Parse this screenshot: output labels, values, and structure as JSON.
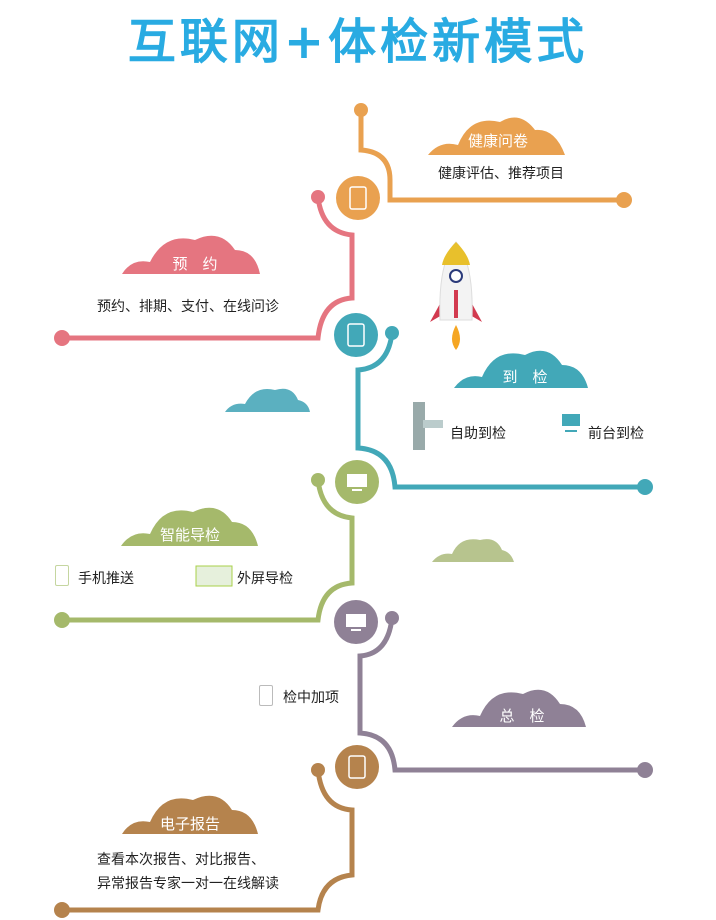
{
  "title": "互联网+体检新模式",
  "colors": {
    "title": "#29abe2",
    "orange": "#e9a150",
    "pink": "#e57580",
    "teal": "#42a8b8",
    "green": "#a5b96b",
    "purple": "#8f8196",
    "brown": "#b5834d"
  },
  "steps": [
    {
      "name": "健康问卷",
      "desc": "健康评估、推荐项目",
      "icon": "tablet-icon"
    },
    {
      "name": "预　约",
      "desc": "预约、排期、支付、在线问诊",
      "icon": "tablet-icon"
    },
    {
      "name": "到　检",
      "items": [
        "自助到检",
        "前台到检"
      ],
      "icon": "monitor-icon"
    },
    {
      "name": "智能导检",
      "items": [
        "手机推送",
        "外屏导检"
      ],
      "icon": "monitor-icon"
    },
    {
      "name": "总　检",
      "items": [
        "检中加项"
      ],
      "icon": "tablet-icon"
    },
    {
      "name": "电子报告",
      "desc_lines": [
        "查看本次报告、对比报告、",
        "异常报告专家一对一在线解读"
      ]
    }
  ]
}
